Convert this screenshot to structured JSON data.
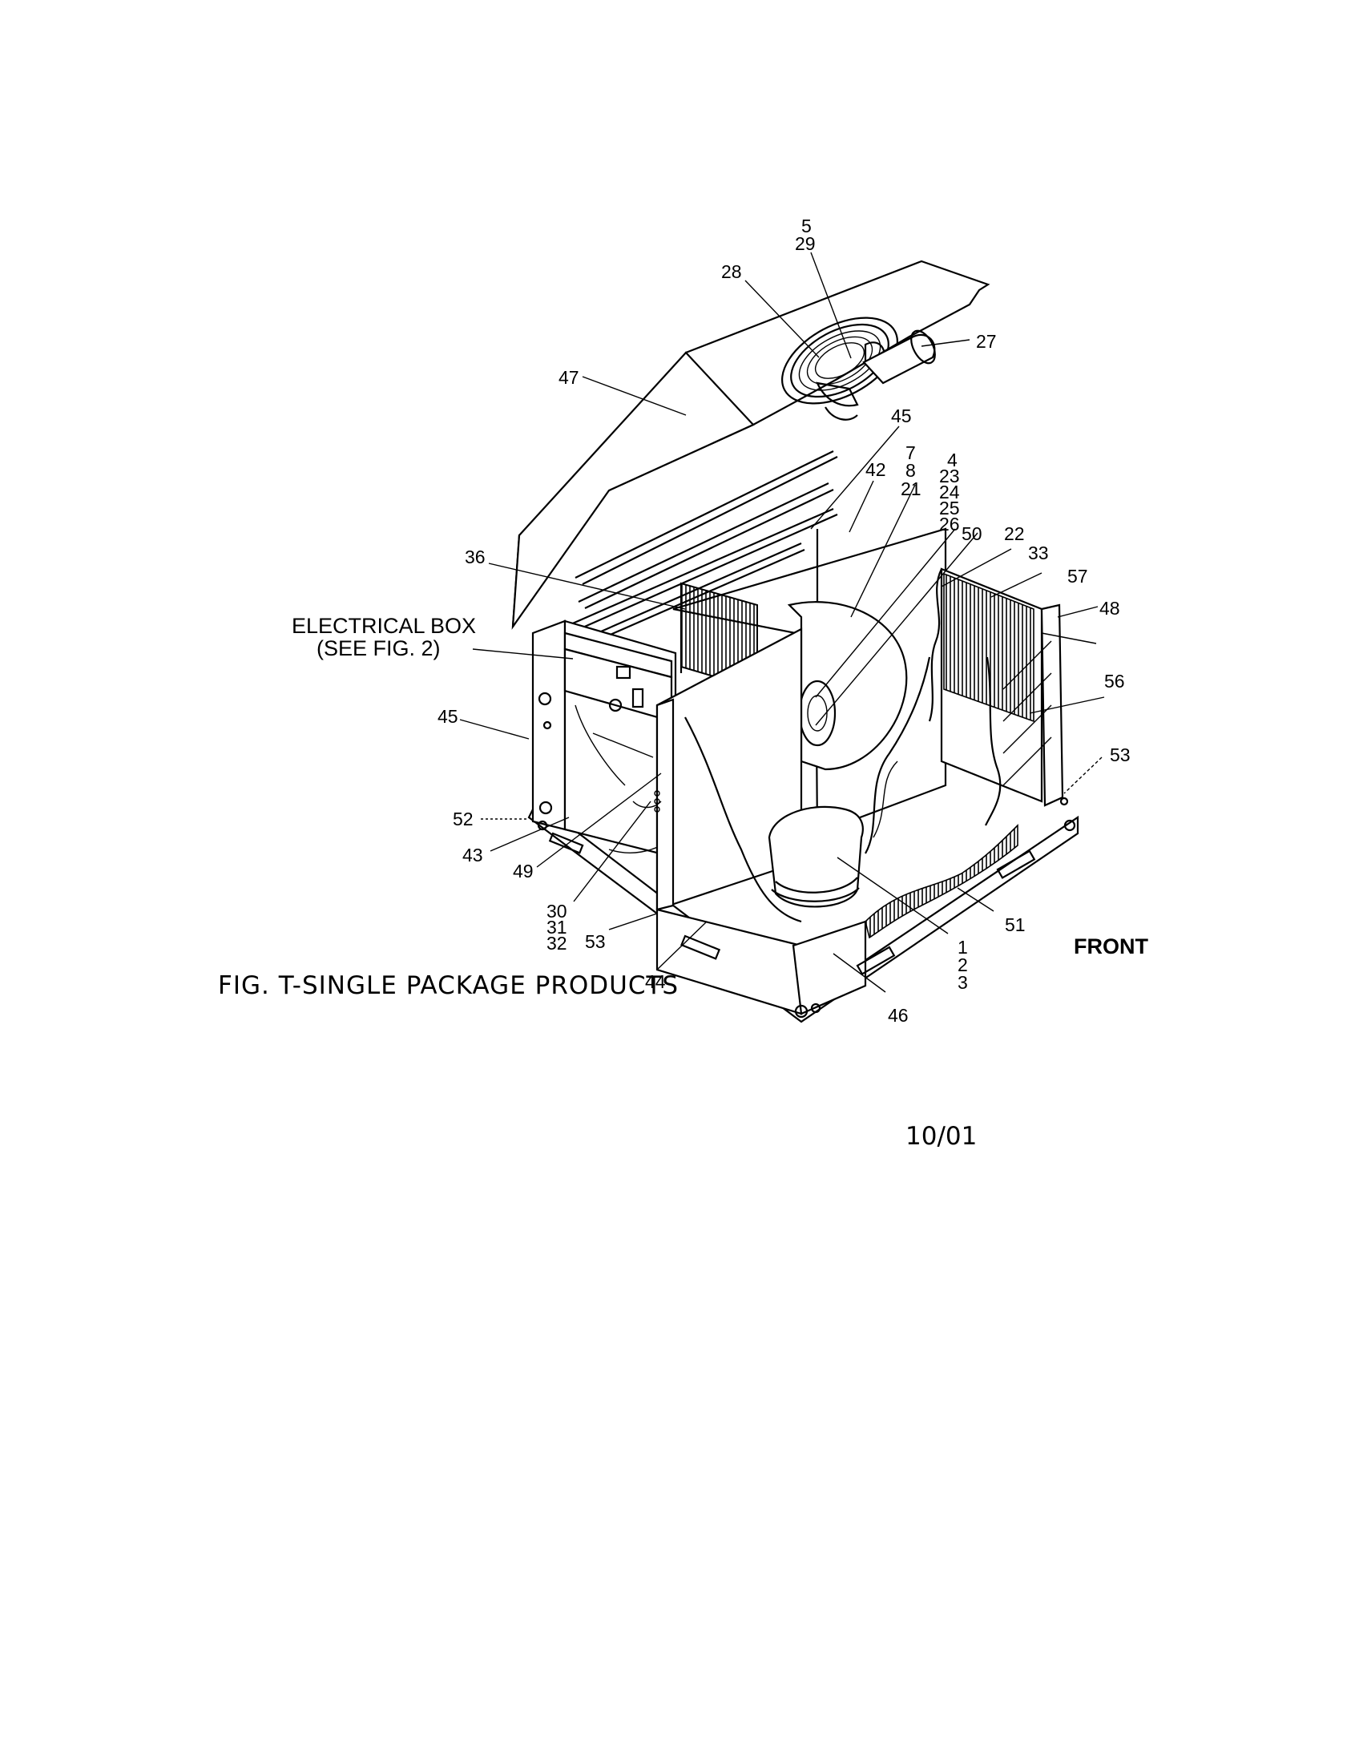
{
  "figure": {
    "caption": "FIG. T-SINGLE PACKAGE PRODUCTS",
    "date": "10/01",
    "front_label": "FRONT",
    "electrical_box_line1": "ELECTRICAL BOX",
    "electrical_box_line2": "(SEE FIG. 2)"
  },
  "callouts": {
    "c5": "5",
    "c29": "29",
    "c28": "28",
    "c27": "27",
    "c47": "47",
    "c45a": "45",
    "c7": "7",
    "c8": "8",
    "c21": "21",
    "c42": "42",
    "c4": "4",
    "c23": "23",
    "c24": "24",
    "c25": "25",
    "c26": "26",
    "c50": "50",
    "c22": "22",
    "c33": "33",
    "c57": "57",
    "c48": "48",
    "c36": "36",
    "c56": "56",
    "c45b": "45",
    "c53a": "53",
    "c52": "52",
    "c43": "43",
    "c49": "49",
    "c30": "30",
    "c31": "31",
    "c32": "32",
    "c53b": "53",
    "c44": "44",
    "c51": "51",
    "c46": "46",
    "c1": "1",
    "c2": "2",
    "c3": "3"
  }
}
